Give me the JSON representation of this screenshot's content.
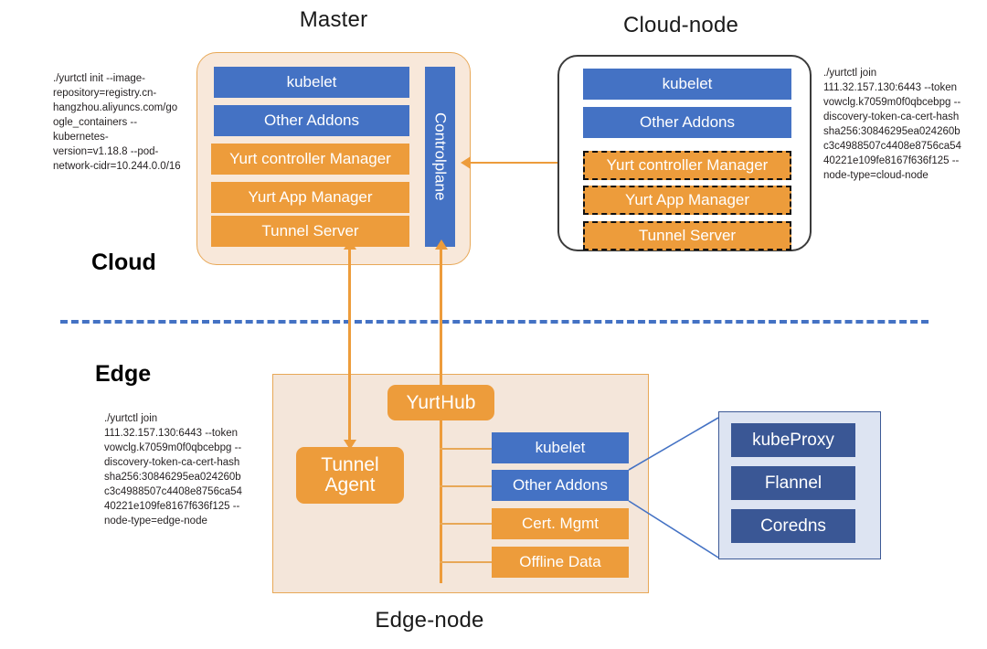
{
  "diagram": {
    "title_master": "Master",
    "title_cloud_node": "Cloud-node",
    "title_edge_node": "Edge-node",
    "zone_cloud": "Cloud",
    "zone_edge": "Edge",
    "colors": {
      "blue": "#4472C4",
      "orange": "#ED9C3B",
      "dark_blue": "#3A5795",
      "master_fill": "#F8E8DA",
      "edge_fill": "#F4E6DA",
      "addons_fill": "#DDE4F2",
      "divider": "#4472C4",
      "cloud_node_border": "#3b3b3b"
    }
  },
  "commands": {
    "master_init": "./yurtctl init --image-repository=registry.cn-hangzhou.aliyuncs.com/google_containers --kubernetes-version=v1.18.8 --pod-network-cidr=10.244.0.0/16",
    "cloud_node_join": "./yurtctl join 111.32.157.130:6443 --token vowclg.k7059m0f0qbcebpg --discovery-token-ca-cert-hash sha256:30846295ea024260bc3c4988507c4408e8756ca5440221e109fe8167f636f125 --node-type=cloud-node",
    "edge_node_join": "./yurtctl join 111.32.157.130:6443 --token vowclg.k7059m0f0qbcebpg --discovery-token-ca-cert-hash sha256:30846295ea024260bc3c4988507c4408e8756ca5440221e109fe8167f636f125 --node-type=edge-node"
  },
  "master": {
    "components": [
      {
        "label": "kubelet",
        "style": "blue"
      },
      {
        "label": "Other Addons",
        "style": "blue"
      },
      {
        "label": "Yurt controller Manager",
        "style": "orange"
      },
      {
        "label": "Yurt App Manager",
        "style": "orange"
      },
      {
        "label": "Tunnel Server",
        "style": "orange"
      }
    ],
    "controlplane": "Controlplane"
  },
  "cloud_node": {
    "components": [
      {
        "label": "kubelet",
        "style": "blue",
        "dashed": false
      },
      {
        "label": "Other Addons",
        "style": "blue",
        "dashed": false
      },
      {
        "label": "Yurt controller Manager",
        "style": "orange",
        "dashed": true
      },
      {
        "label": "Yurt App Manager",
        "style": "orange",
        "dashed": true
      },
      {
        "label": "Tunnel Server",
        "style": "orange",
        "dashed": true
      }
    ]
  },
  "edge_node": {
    "yurthub": "YurtHub",
    "tunnel_agent": "Tunnel\nAgent",
    "tunnel_agent_line1": "Tunnel",
    "tunnel_agent_line2": "Agent",
    "components": [
      {
        "label": "kubelet",
        "style": "blue"
      },
      {
        "label": "Other Addons",
        "style": "blue"
      },
      {
        "label": "Cert. Mgmt",
        "style": "orange"
      },
      {
        "label": "Offline Data",
        "style": "orange"
      }
    ]
  },
  "addons_detail": {
    "items": [
      {
        "label": "kubeProxy"
      },
      {
        "label": "Flannel"
      },
      {
        "label": "Coredns"
      }
    ]
  }
}
